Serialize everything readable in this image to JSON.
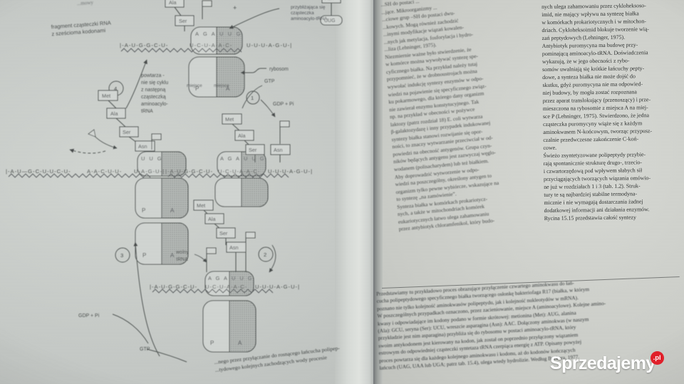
{
  "photo": {
    "subject": "open-book-spread",
    "left_page_kind": "diagram",
    "right_page_kind": "text"
  },
  "watermark": {
    "text": "Sprzedajemy",
    "badge": ".pl",
    "badge_color": "#e0202a",
    "text_color": "#ffffff"
  },
  "diagram": {
    "labels": {
      "rna_fragment": "fragment cząsteczki RNA\nz sześcioma kodonami",
      "rna_fragment_l1": "fragment cząsteczki RNA",
      "rna_fragment_l2": "z sześcioma kodonami",
      "incoming_trna_l1": "przybliżająca się",
      "incoming_trna_l2": "cząsteczka",
      "incoming_trna_l3": "aminoacylo-tRNA",
      "ribosome": "rybosom",
      "site_p": "miejsce",
      "site_a": "miejsce",
      "p_letter": "P",
      "a_letter": "A",
      "repeat_l1": "powtarza -",
      "repeat_l2": "nie się cyklu",
      "repeat_l3": "z następną",
      "repeat_l4": "cząsteczką",
      "repeat_l5": "aminoacylo-",
      "repeat_l6": "tRNA",
      "free_trna_l1": "wolny",
      "free_trna_l2": "tRNA",
      "gtp": "GTP",
      "gdp_pi": "GDP + Pi",
      "plus": "+"
    },
    "step_numbers": [
      "1",
      "2",
      "3",
      "4"
    ],
    "amino_acids": [
      "Met",
      "Ala",
      "Ser",
      "Asn"
    ],
    "anticodons": [
      "UUG",
      "AGA",
      "AGA",
      "UUG",
      "AGA"
    ],
    "mrna_sequences": {
      "top": "|-A-U-G-G-C-U-U-C-U-A-A-C-U-U-U-A-G-U-|",
      "mid_left": "|-A-U—G-C-U-U-C-U-A-A-C-U-U-U-A-G-U-|",
      "mid_right": "|-A-U-G-G-C-U-U-C-U-A-A-C-U-U-U-A-G-U-|",
      "bottom": "|-A-U-G-G-C-U-U-C-U-A-A-C-U-U-U-A-G-U-|"
    },
    "top_fragment": "...mowy"
  },
  "right_page": {
    "col_inner": [
      "...SH do postaci ...",
      "...jące. Mikroorganizmy ...",
      "...ciowe grup –SH do postaci dwu-",
      "...kowych. Mogą również zachodzić",
      "...inymi modyfikacje wiązań kowalen-",
      "...nych jak metylacja, fosforylacja i hydro-",
      "...liza (Lehninger, 1975).",
      "Niezmiernie ważne było stwierdzenie, że",
      "w komórce można wywoływać syntezę spe-",
      "cyficznego białka. Na przykład należy tutaj",
      "przypomnieć, że w drobnoustrojach można",
      "wywołać indukcję syntezy enzymów w odpo-",
      "wiedzi na pojawienie się specyficznego związ-",
      "ku pokarmowego, dla którego dany organizm",
      "nie zawierał enzymu konstytucyjnego. Tak",
      "np. na przykład w obecności w pożywce",
      "laktozy (patrz rozdział 18) E. coli wytwarza",
      "β-galaktozydazę i inny przypadek indukowanej",
      "syntezy białka stanowi rozwijanie się opor-",
      "ności, to znaczy wytwarzanie przeciwciał w od-",
      "powiedzi na obecność antygenów. Grupa czyn-",
      "ników będących antygenu jest zazwyczaj węglo-",
      "wodanem (polisacharydem) lub też białkiem.",
      "Aby doprowadzić wytworzenie w odpo-",
      "wiedzi na poszczególny, określony antygen to",
      "organizm tylko pewne wybiórcze, wskazujące na",
      "to syntezę „na zamówienie”.",
      "Synteza białka w komórkach prokariotycz-",
      "nych, a także w mitochondriach komórek",
      "eukariotycznych łatwo ulega zahamowaniu",
      "przez antybiotyk chloramfenikol, który budo-"
    ],
    "col_outer": [
      "nych ulega zahamowaniu przez cykloheksoso-",
      "imid, nie mający wpływu na syntezę białka",
      "w komórkach prokariotycznych i w mitochon-",
      "driach. Cykloheksoimid blokuje tworzenie wią-",
      "zań peptydowych (Lehninger, 1975).",
      "Antybiotyk puromycyna ma budowę przy-",
      "pominającą aminoacylo-tRNA. Doświadczenia",
      "wykazują, że w jego obecności z rybo-",
      "somów uwalniają się krótkie łańcuchy pepty-",
      "dowe, a synteza białka nie może dojść do",
      "skutku, gdyż puromycyna nie ma odpowied-",
      "niej budowy, by mogła zostać rozpoznana",
      "przez aparat translokujący (przenoszący) i prze-",
      "mieszczona na rybosomie z miejsca A na miej-",
      "sce P (Lehninger, 1975). Stwierdzono, że jedna",
      "cząsteczka puromycyny wiąże się z każdym",
      "aminokwasem N-końcowym, tworząc przypusz-",
      "czalnie przedwczesne zakończenie C-koń-",
      "cowe.",
      "Świeżo zsyntetyzowane polipeptydy przybie-",
      "rają spontanicznie strukturę drugo-, trzecio-",
      "i czwartorzędową pod wpływem słabych sił",
      "przyciągających tworzących wiązania omówio-",
      "ne już w rozdziałach 1 i 3 (tab. 1.2). Struk-",
      "tury te są najbardziej stabilne termodyna-",
      "micznie i nie wymagają dostarczania żadnej",
      "dodatkowej informacji ani działania enzymów.",
      "Rycina 15.15 przedstawia całość syntezy"
    ],
    "caption": [
      "Przedstawiamy tu przykładowo proces obrazujące przyłączenie czwartego aminokwasu do łań-",
      "cucha polipeptydowego specyficznego białka tworzącego osłonkę bakteriofaga R17 (białka, w którym",
      "poznano nie tylko kolejność aminokwasów polipeptydu, jak i kolejność nukleotydów w mRNA).",
      "W poszczególnych przypadkach oznaczono, przez zacieniowanie, miejsce A (aminoacylowe). Kolejne amino-",
      "kwasy i odpowiadające im kodony podano w formie skrótowej: metionina (Met): AUG, alanina",
      "(Ala): GCU, seryna (Ser): UCU, wreszcie asparagina (Asn): AAC. Dołączony aminokwas (w naszym",
      "przykładzie jest nim asparagina) przybliża się do rybosomu w postaci aminoacylo-tRNA, który",
      "swoim antykodonem jest kierowany na kodon, jak został on poprzednio przyłączony wiązaniem",
      "estrowym do odpowiedniej cząsteczki syntetaza tRNA czerpiąca energię z ATP. Opisany powyżej",
      "proces powtarza się dla każdego kolejnego aminokwasu i kodonu, aż do kodonów kończących",
      "łańcuch (UAG, UAA lub UGA; patrz tab. 15.4), ulega wtedy hydrolizie. Według Beckera, 1977."
    ]
  },
  "left_page_bottom_text": [
    "...nego przez przyłączanie do rosnącego łańcucha polipep-",
    "...tydowego kolejnych zachodzących wody procesie"
  ]
}
